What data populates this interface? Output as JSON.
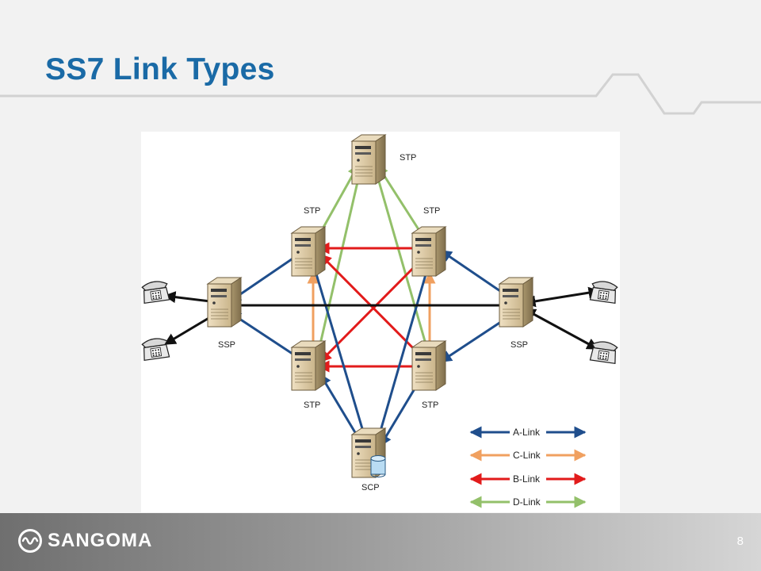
{
  "slide": {
    "title": "SS7 Link Types",
    "page_number": "8"
  },
  "footer": {
    "logo_text": "SANGOMA"
  },
  "nodes": {
    "stp_top": "STP",
    "stp_upper_left": "STP",
    "stp_upper_right": "STP",
    "stp_lower_left": "STP",
    "stp_lower_right": "STP",
    "ssp_left": "SSP",
    "ssp_right": "SSP",
    "scp": "SCP"
  },
  "legend": {
    "a_link": "A-Link",
    "c_link": "C-Link",
    "b_link": "B-Link",
    "d_link": "D-Link"
  },
  "colors": {
    "a_link": "#1f4e8c",
    "b_link": "#e21b1b",
    "c_link": "#f0a060",
    "d_link": "#93c06a",
    "phone_link": "#111111",
    "title": "#1a6aa6"
  }
}
